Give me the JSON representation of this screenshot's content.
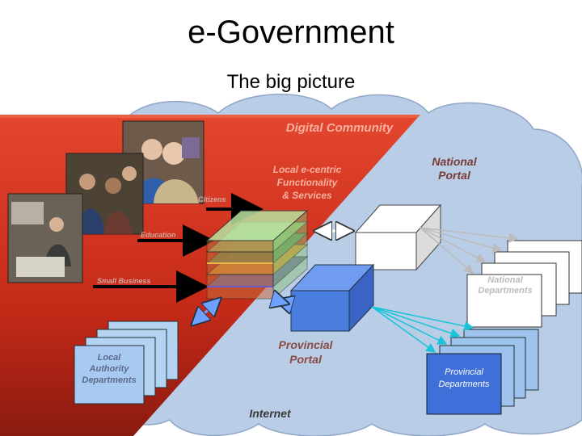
{
  "header": {
    "title": "e-Government",
    "subtitle": "The big picture"
  },
  "diagram": {
    "digital_community": "Digital Community",
    "local_services": [
      "Local e-centric",
      "Functionality",
      "& Services"
    ],
    "national_portal": [
      "National",
      "Portal"
    ],
    "provincial_portal": [
      "Provincial",
      "Portal"
    ],
    "internet": "Internet",
    "national_departments": [
      "National",
      "Departments"
    ],
    "provincial_departments": [
      "Provincial",
      "Departments"
    ],
    "local_authority": [
      "Local",
      "Authority",
      "Departments"
    ],
    "arrows": {
      "citizens": "Citizens",
      "education": "Education",
      "small_business": "Small Business"
    }
  },
  "colors": {
    "community_red": "#d4301e",
    "cloud_blue": "#b9cde6",
    "portal_blue": "#4a7fe0",
    "department_blue": "#9dc3ee",
    "cyan_arrows": "#19c3d8"
  }
}
